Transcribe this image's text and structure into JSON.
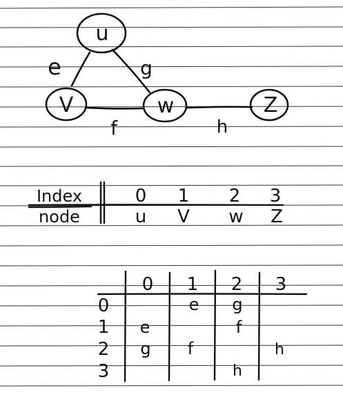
{
  "graph": {
    "nodes": [
      {
        "id": "u",
        "label": "u"
      },
      {
        "id": "v",
        "label": "V"
      },
      {
        "id": "w",
        "label": "w"
      },
      {
        "id": "z",
        "label": "Z"
      }
    ],
    "edges": [
      {
        "from": "u",
        "to": "v",
        "label": "e"
      },
      {
        "from": "u",
        "to": "w",
        "label": "g"
      },
      {
        "from": "v",
        "to": "w",
        "label": "f"
      },
      {
        "from": "w",
        "to": "z",
        "label": "h"
      }
    ]
  },
  "index_table": {
    "row_labels": [
      "Index",
      "node"
    ],
    "indices": [
      "0",
      "1",
      "2",
      "3"
    ],
    "nodes": [
      "u",
      "V",
      "w",
      "Z"
    ]
  },
  "adjacency_matrix": {
    "col_headers": [
      "0",
      "1",
      "2",
      "3"
    ],
    "row_headers": [
      "0",
      "1",
      "2",
      "3"
    ],
    "cells": [
      [
        "",
        "e",
        "g",
        ""
      ],
      [
        "e",
        "",
        "f",
        ""
      ],
      [
        "g",
        "f",
        "",
        "h"
      ],
      [
        "",
        "",
        "h",
        ""
      ]
    ]
  },
  "colors": {
    "ink": "#111111",
    "ruled_lines": "#333333",
    "paper": "#ffffff"
  }
}
